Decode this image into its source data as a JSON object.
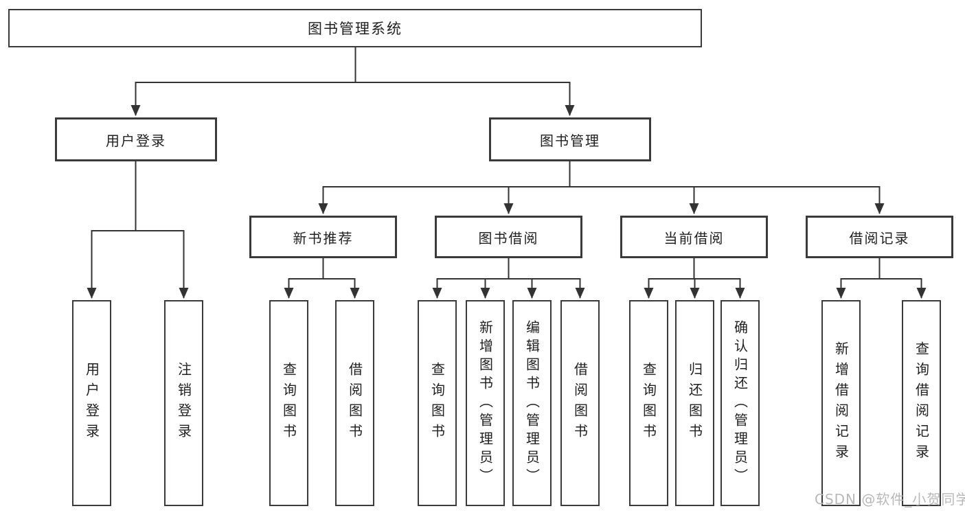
{
  "diagram": {
    "type": "tree",
    "colors": {
      "line": "#333333",
      "box_border": "#3a3a3a",
      "box_background": "#ffffff",
      "text": "#1f1f1f",
      "watermark": "#b8b8b8"
    },
    "nodes": {
      "root": {
        "label": "图书管理系统"
      },
      "user_login": {
        "label": "用户登录"
      },
      "book_management": {
        "label": "图书管理"
      },
      "new_book_recommend": {
        "label": "新书推荐"
      },
      "book_borrow": {
        "label": "图书借阅"
      },
      "current_borrow": {
        "label": "当前借阅"
      },
      "borrow_records": {
        "label": "借阅记录"
      },
      "leaves": {
        "user_login": {
          "label": "用户登录"
        },
        "logout": {
          "label": "注销登录"
        },
        "recommend_query_book": {
          "label": "查询图书"
        },
        "recommend_borrow_book": {
          "label": "借阅图书"
        },
        "borrow_query_book": {
          "label": "查询图书"
        },
        "borrow_add_book": {
          "label": "新增图书（管理员）"
        },
        "borrow_edit_book": {
          "label": "编辑图书（管理员）"
        },
        "borrow_borrow_book": {
          "label": "借阅图书"
        },
        "current_query_book": {
          "label": "查询图书"
        },
        "current_return_book": {
          "label": "归还图书"
        },
        "current_confirm_return": {
          "label": "确认归还（管理员）"
        },
        "records_add_record": {
          "label": "新增借阅记录"
        },
        "records_query_record": {
          "label": "查询借阅记录"
        }
      }
    }
  },
  "watermark": {
    "text": "CSDN @软件_小贺同学"
  }
}
